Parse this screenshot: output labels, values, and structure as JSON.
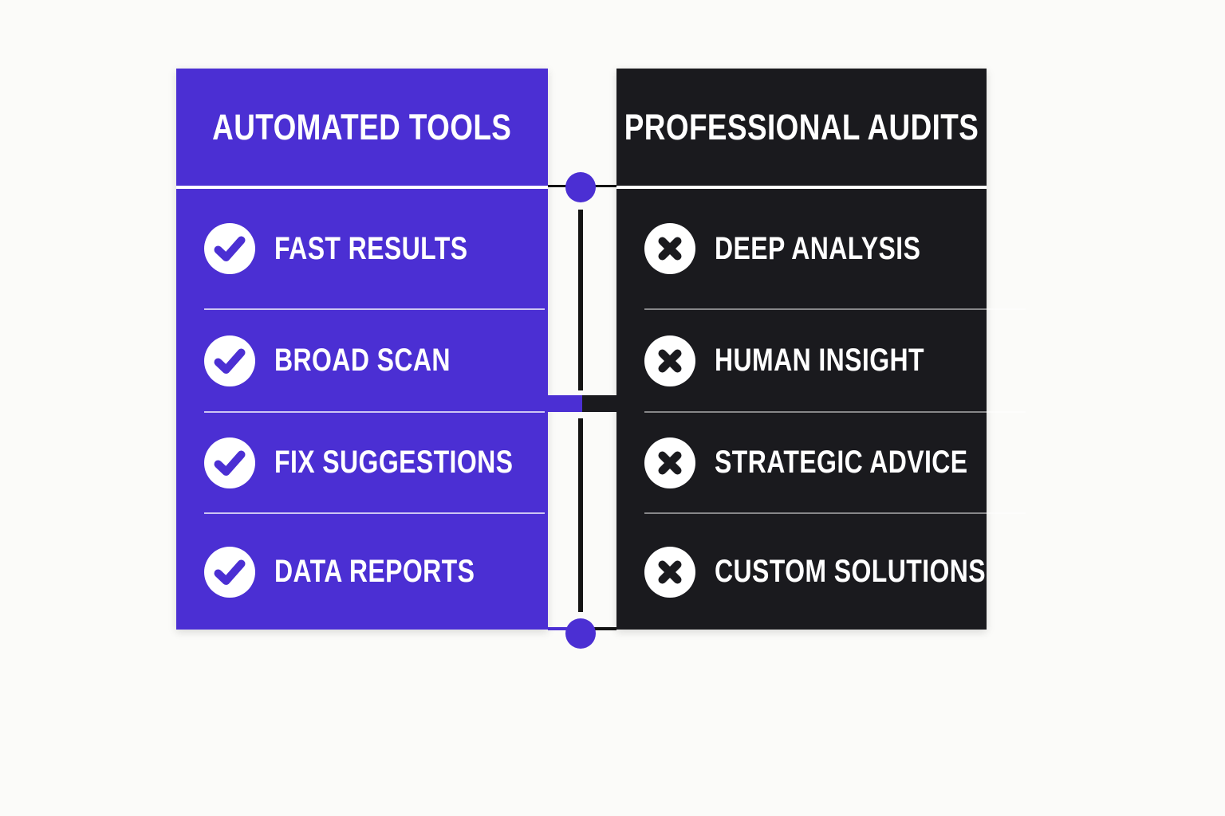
{
  "colors": {
    "accent_purple": "#4B2FD3",
    "panel_dark": "#1A1A1E",
    "connector_black": "#141414",
    "page_bg": "#FBFBF9"
  },
  "panels": {
    "left": {
      "header": "AUTOMATED TOOLS",
      "icon": "check-icon",
      "items": [
        "FAST RESULTS",
        "BROAD SCAN",
        "FIX SUGGESTIONS",
        "DATA REPORTS"
      ]
    },
    "right": {
      "header": "PROFESSIONAL AUDITS",
      "icon": "x-icon",
      "items": [
        "DEEP ANALYSIS",
        "HUMAN INSIGHT",
        "STRATEGIC ADVICE",
        "CUSTOM SOLUTIONS"
      ]
    }
  }
}
